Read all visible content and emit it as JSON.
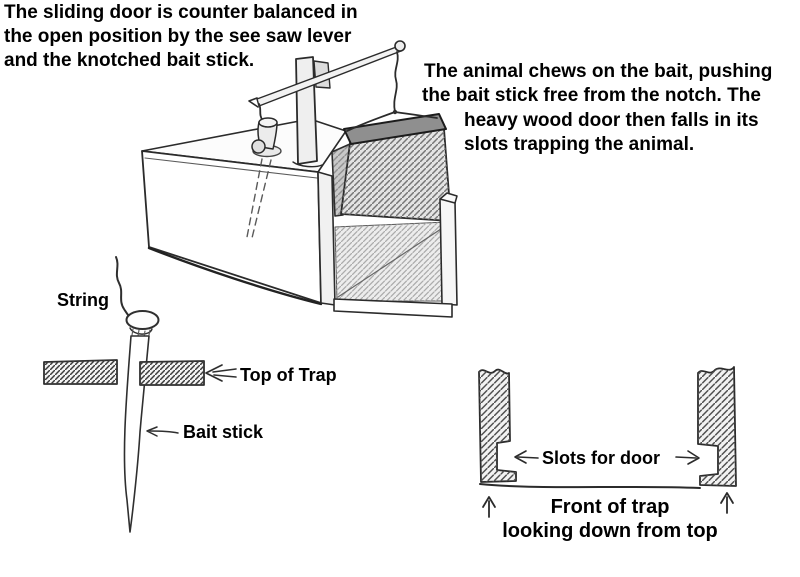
{
  "colors": {
    "paper": "#ffffff",
    "ink": "#1f1f1f",
    "pencil_gray": "#6b6b6b",
    "text": "#000000"
  },
  "captions": {
    "top_left": {
      "line1": "The sliding door is counter balanced in",
      "line2": "the open position by the see saw lever",
      "line3": "and the knotched bait stick."
    },
    "right": {
      "line1": "The animal chews on the bait, pushing",
      "line2": "the bait stick free from the notch. The",
      "line3": "heavy wood door then falls in its",
      "line4": "slots trapping the animal."
    }
  },
  "labels": {
    "string": "String",
    "top_of_trap": "Top of Trap",
    "bait_stick": "Bait stick",
    "slots_for_door": "Slots for door",
    "front_of_trap_line1": "Front of trap",
    "front_of_trap_line2": "looking down from top"
  }
}
